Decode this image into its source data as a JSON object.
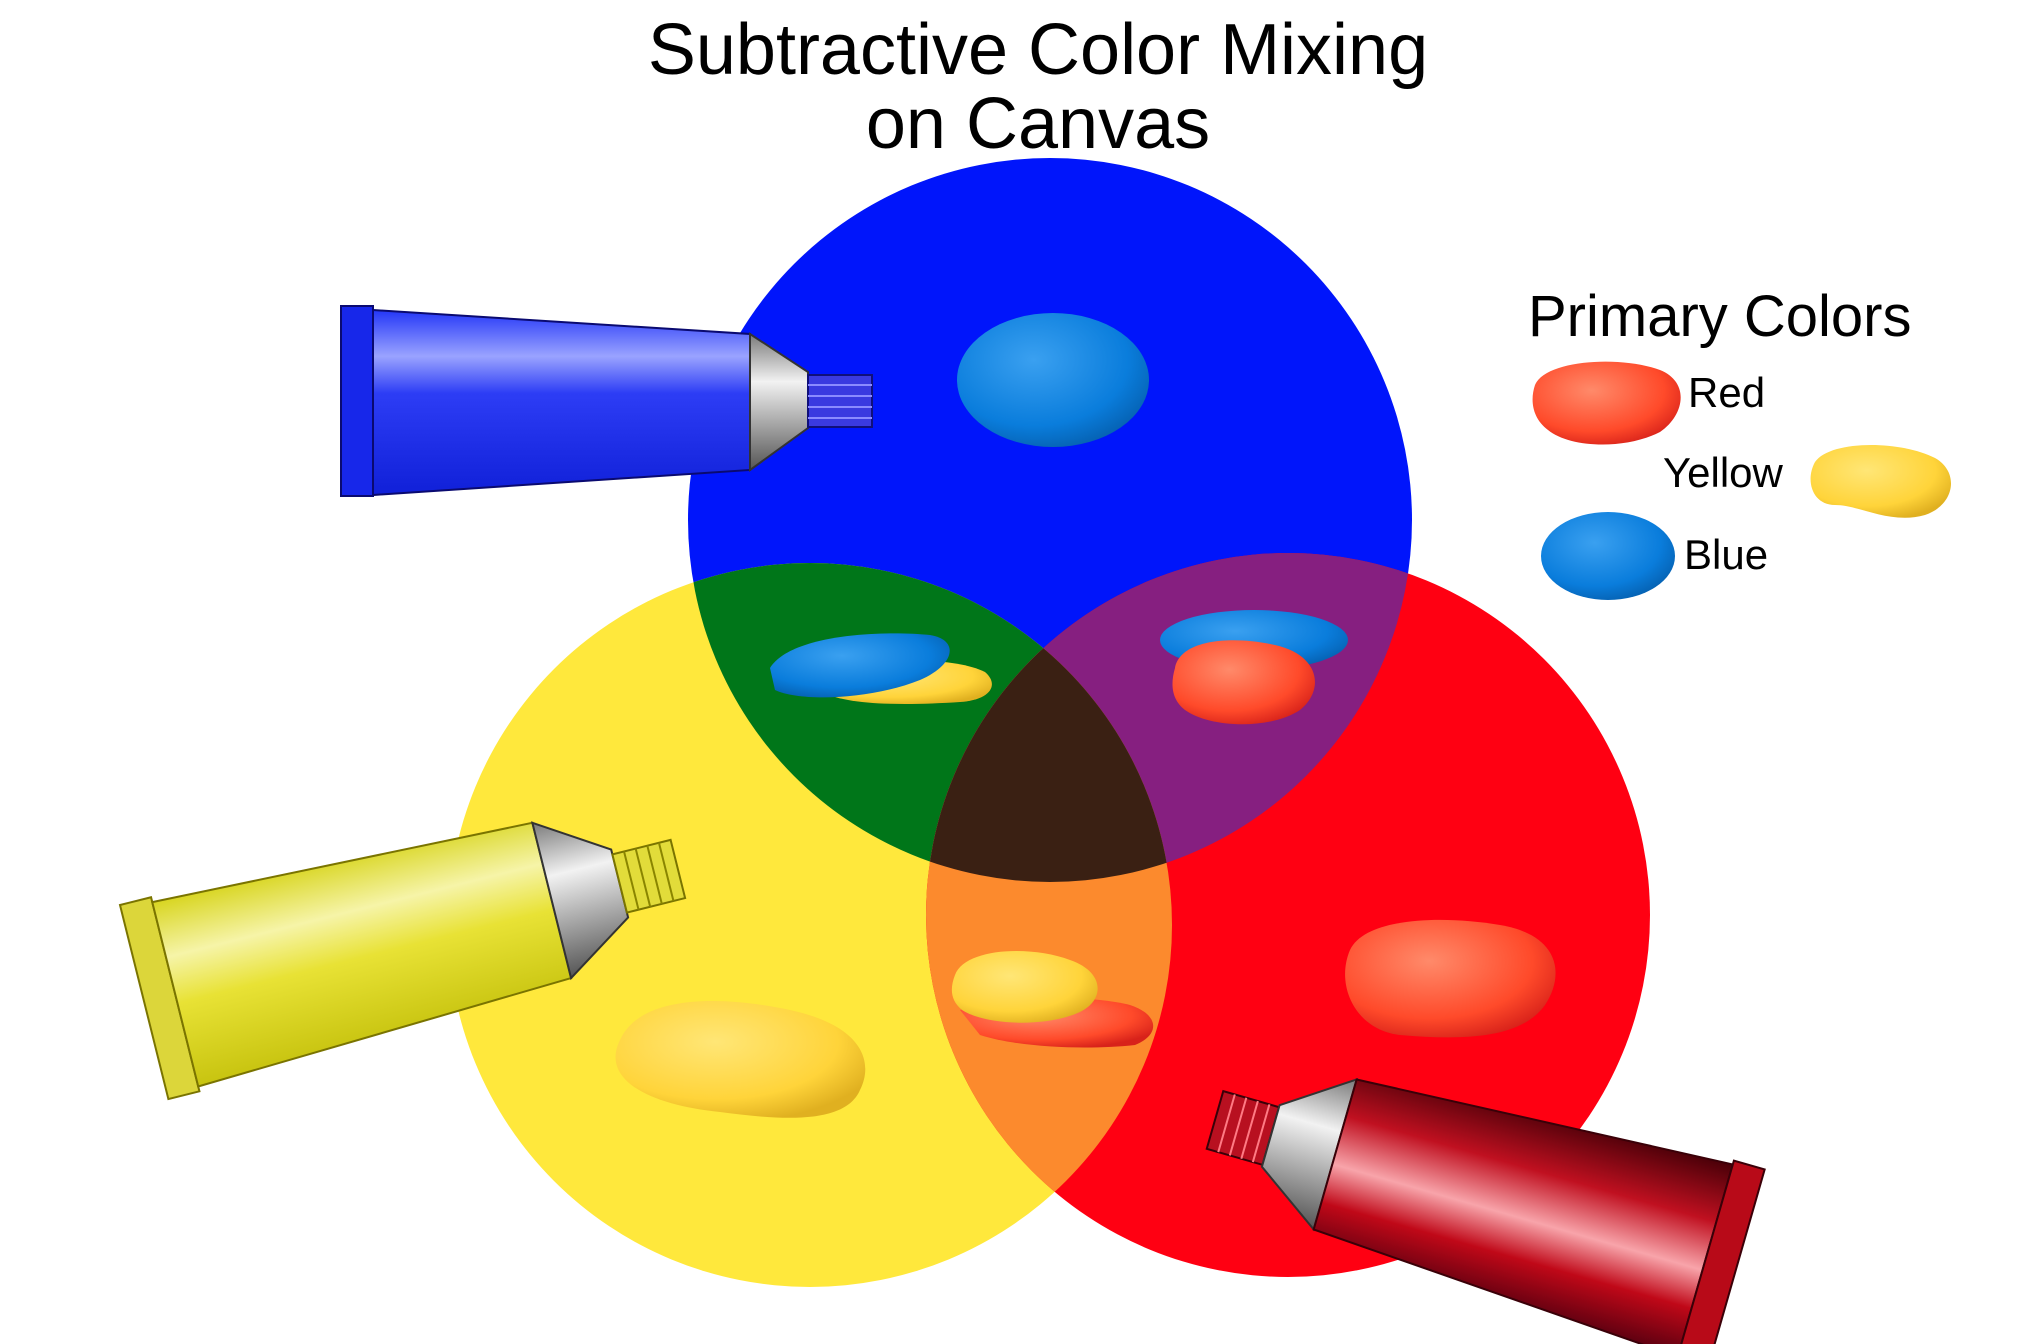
{
  "title": {
    "line1": "Subtractive Color Mixing",
    "line2": "on Canvas"
  },
  "legend": {
    "title": "Primary Colors",
    "items": [
      {
        "label": "Red",
        "color": "#ff4a2a"
      },
      {
        "label": "Yellow",
        "color": "#ffd43a"
      },
      {
        "label": "Blue",
        "color": "#0a7ddc"
      }
    ]
  },
  "colors": {
    "blue_circle": "#0015fb",
    "yellow_circle": "#ffe83c",
    "red_circle": "#ff0012",
    "green_overlap": "#007619",
    "purple_overlap": "#861f80",
    "orange_overlap": "#fc8a2d",
    "center_overlap": "#3a2013",
    "paint_blue": "#0a7ddc",
    "paint_yellow": "#ffd43a",
    "paint_red": "#ff4a2a"
  },
  "icons": [
    "blue-paint-tube-icon",
    "yellow-paint-tube-icon",
    "red-paint-tube-icon",
    "paint-blob-icon"
  ]
}
